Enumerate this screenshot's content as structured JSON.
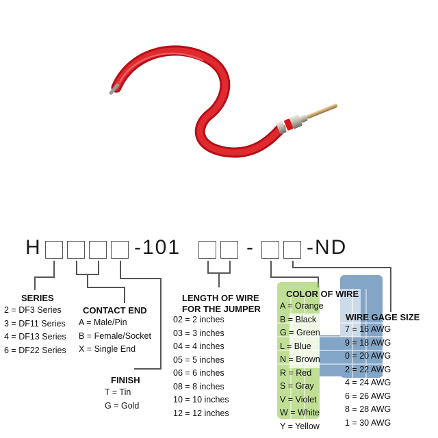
{
  "colors": {
    "wire_red": "#d5141c",
    "logo_green": "#8dc63f",
    "logo_blue": "#1f5c99"
  },
  "part_number": {
    "prefix": "H",
    "middle": "-101",
    "sep": "-",
    "suffix": "-ND"
  },
  "series": {
    "heading": "SERIES",
    "items": [
      "2 = DF3 Series",
      "3 = DF11 Series",
      "4 = DF13 Series",
      "6 = DF22 Series"
    ]
  },
  "contact_end": {
    "heading": "CONTACT END",
    "items": [
      "A = Male/Pin",
      "B = Female/Socket",
      "X = Single End"
    ]
  },
  "finish": {
    "heading": "FINISH",
    "items": [
      "T = Tin",
      "G = Gold"
    ]
  },
  "length": {
    "heading_line1": "LENGTH OF WIRE",
    "heading_line2": "FOR THE JUMPER",
    "items": [
      "02 = 2 inches",
      "03 = 3 inches",
      "04 = 4 inches",
      "05 = 5 inches",
      "06 = 6 inches",
      "08 = 8 inches",
      "10 = 10 inches",
      "12 = 12 inches"
    ]
  },
  "color_of_wire": {
    "heading": "COLOR OF WIRE",
    "items": [
      "A = Orange",
      "B = Black",
      "G = Green",
      "L = Blue",
      "N = Brown",
      "R = Red",
      "S = Gray",
      "V = Violet",
      "W = White",
      "Y = Yellow"
    ]
  },
  "wire_gage": {
    "heading": "WIRE GAGE SIZE",
    "items": [
      "7 = 16 AWG",
      "9 = 18 AWG",
      "0 = 20 AWG",
      "2 = 22 AWG",
      "4 = 24 AWG",
      "6 = 26 AWG",
      "8 = 28 AWG",
      "1 = 30 AWG"
    ]
  }
}
